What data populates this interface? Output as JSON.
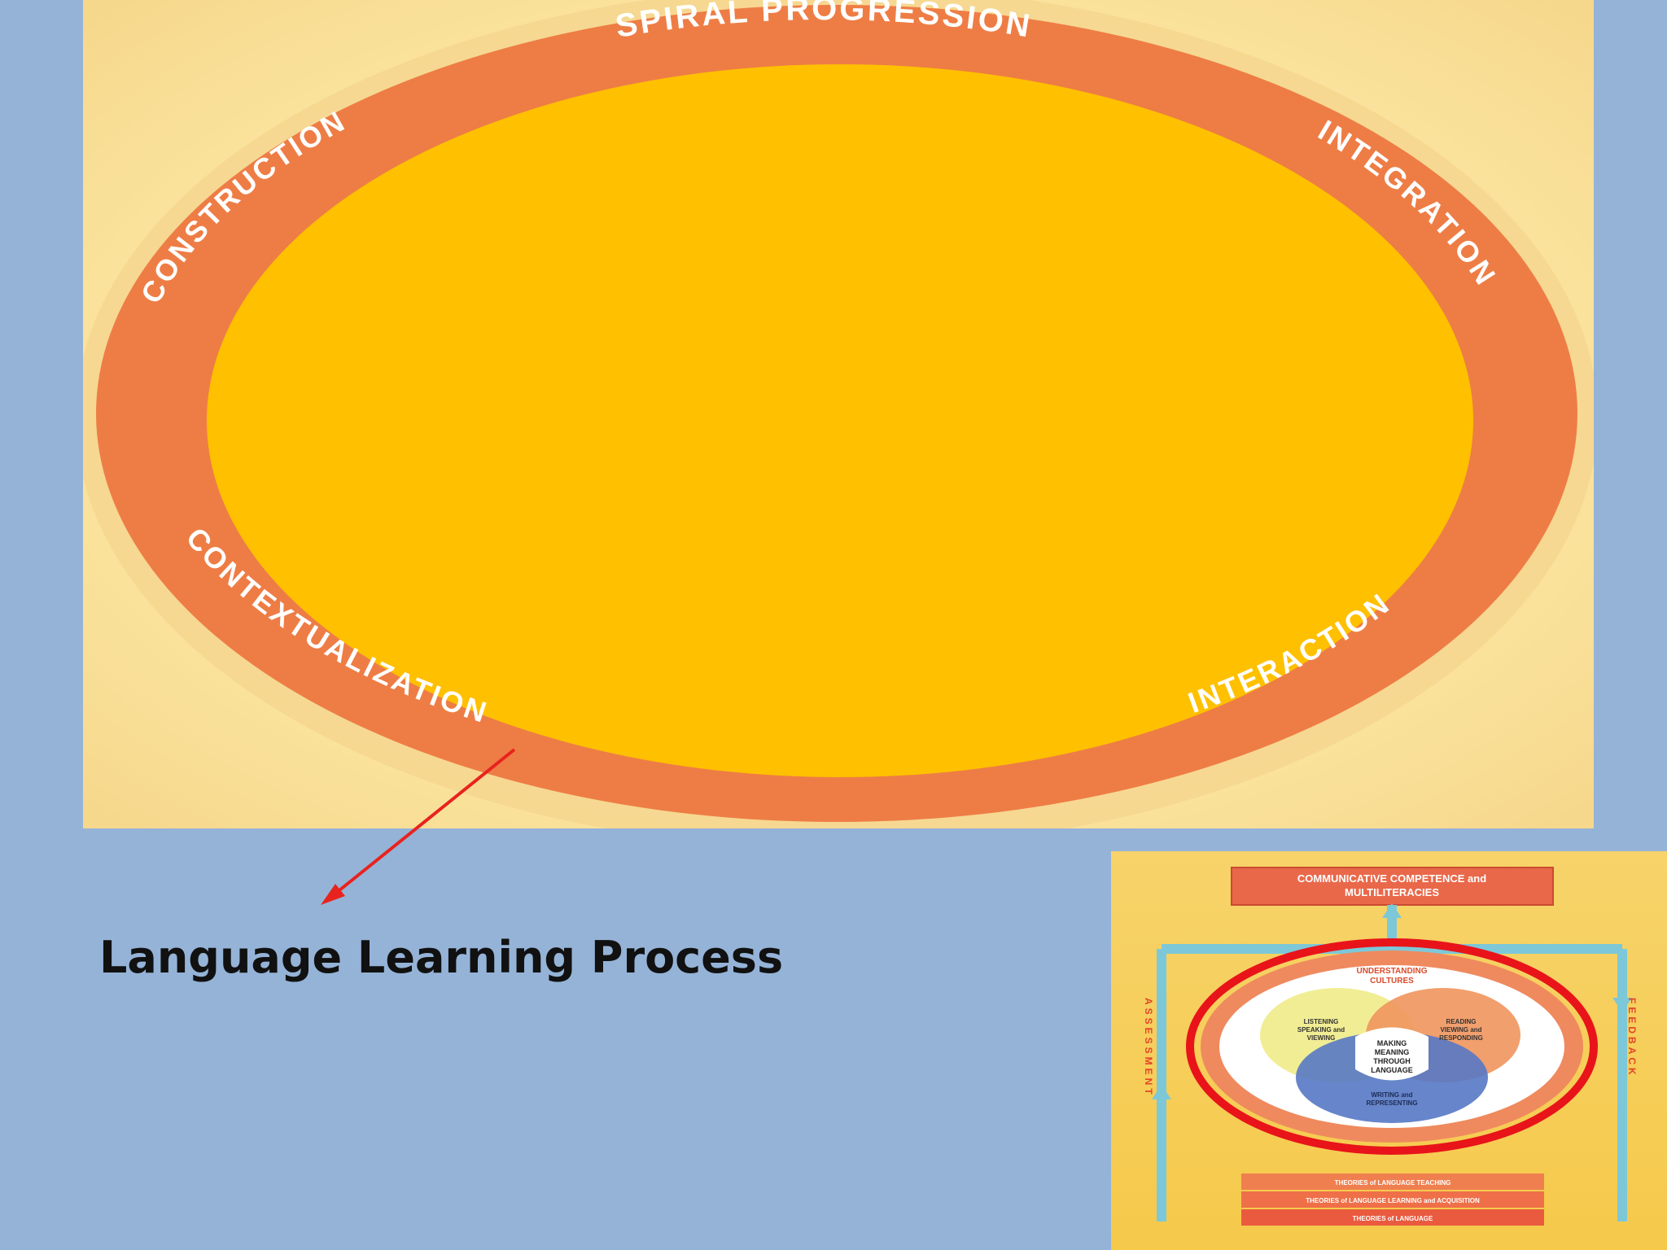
{
  "main_diagram": {
    "ring_labels": {
      "top": "SPIRAL PROGRESSION",
      "upper_left": "CONSTRUCTION",
      "upper_right": "INTEGRATION",
      "lower_left": "CONTEXTUALIZATION",
      "lower_right": "INTERACTION"
    },
    "colors": {
      "ring": "#ee7d45",
      "inner_fill": "#ffc000",
      "arrow": "#e8231e",
      "slide_background": "#95b3d7"
    }
  },
  "caption": "Language Learning Process",
  "thumbnail": {
    "top_box": "COMMUNICATIVE COMPETENCE and MULTILITERACIES",
    "top_box_lines": [
      "COMMUNICATIVE COMPETENCE and",
      "MULTILITERACIES"
    ],
    "left_side": "ASSESSMENT",
    "right_side": "FEEDBACK",
    "outer_ring_top": "UNDERSTANDING CULTURES",
    "outer_ring_top_lines": [
      "UNDERSTANDING",
      "CULTURES"
    ],
    "center_lines": [
      "MAKING",
      "MEANING",
      "THROUGH",
      "LANGUAGE"
    ],
    "left_petal_lines": [
      "LISTENING",
      "SPEAKING and",
      "VIEWING"
    ],
    "right_petal_lines": [
      "READING",
      "VIEWING and",
      "RESPONDING"
    ],
    "bottom_petal_lines": [
      "WRITING and",
      "REPRESENTING"
    ],
    "bottom_boxes": [
      "THEORIES of LANGUAGE TEACHING",
      "THEORIES of LANGUAGE LEARNING and ACQUISITION",
      "THEORIES of LANGUAGE"
    ],
    "highlight_color": "#e8141a"
  }
}
